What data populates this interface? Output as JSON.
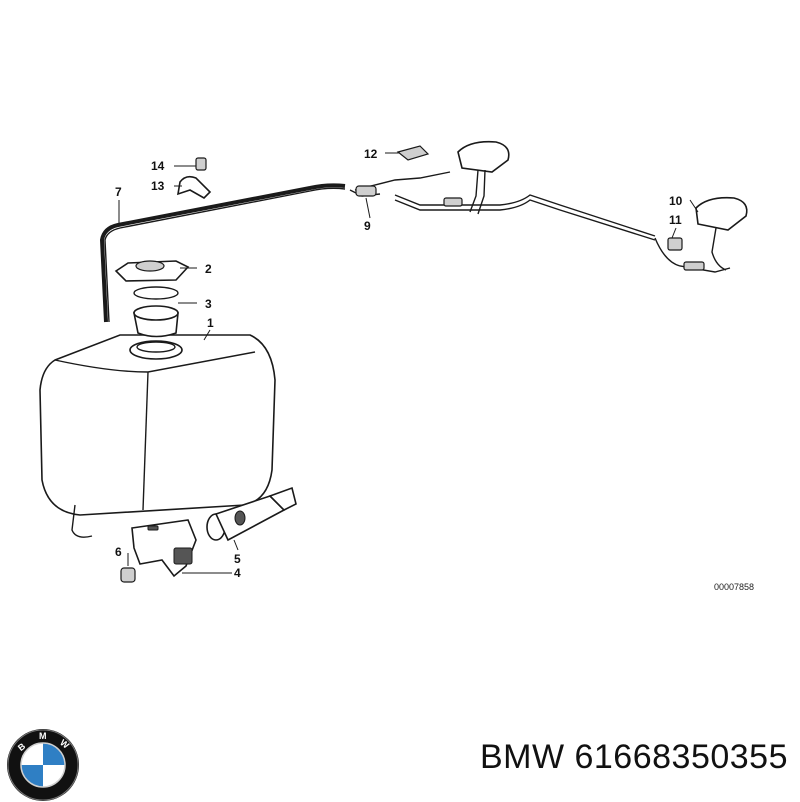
{
  "diagram": {
    "drawing_code": "00007858",
    "callouts": {
      "c1": "1",
      "c2": "2",
      "c3": "3",
      "c4": "4",
      "c5": "5",
      "c6": "6",
      "c7": "7",
      "c9": "9",
      "c10": "10",
      "c11": "11",
      "c12": "12",
      "c13": "13",
      "c14": "14"
    }
  },
  "footer": {
    "brand": "BMW",
    "part_number": "61668350355",
    "logo": {
      "letters": "BMW",
      "colors": {
        "blue": "#2f7fc4",
        "white": "#ffffff",
        "ring": "#111111"
      }
    }
  }
}
